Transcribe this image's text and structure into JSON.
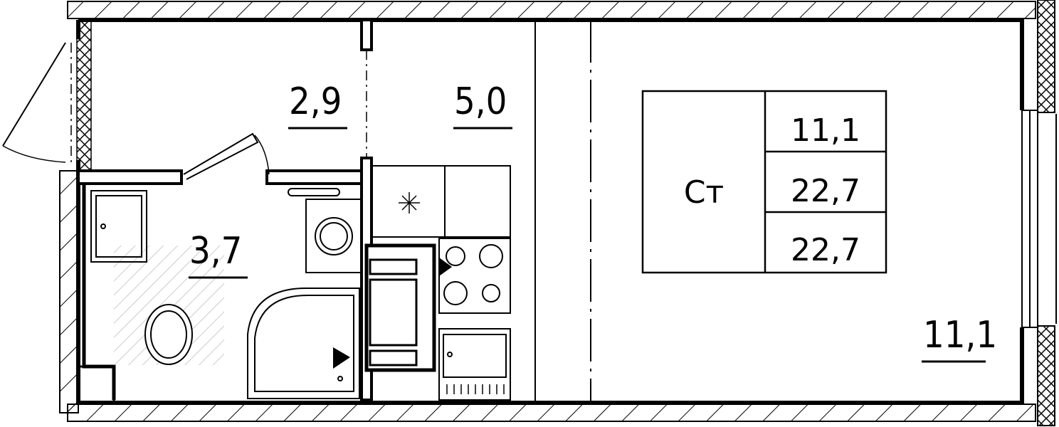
{
  "rooms": {
    "hall_area": "2,9",
    "kitchen_area": "5,0",
    "bathroom_area": "3,7",
    "living_area": "11,1"
  },
  "summary_table": {
    "type_label": "Ст",
    "living_area": "11,1",
    "total_area": "22,7",
    "total_area_with_balcony": "22,7"
  }
}
